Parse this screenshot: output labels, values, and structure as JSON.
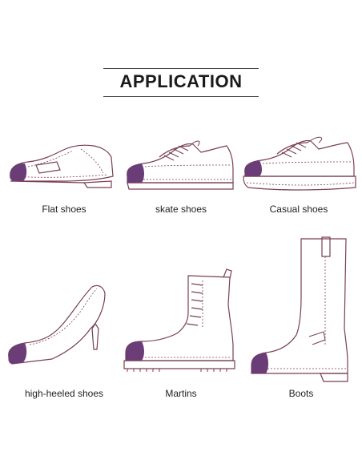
{
  "title": "APPLICATION",
  "colors": {
    "outline": "#7a3e54",
    "toe_cap": "#6b3d78",
    "text": "#222222"
  },
  "shoes": [
    {
      "label": "Flat shoes"
    },
    {
      "label": "skate shoes"
    },
    {
      "label": "Casual shoes"
    },
    {
      "label": "high-heeled shoes"
    },
    {
      "label": "Martins"
    },
    {
      "label": "Boots"
    }
  ]
}
